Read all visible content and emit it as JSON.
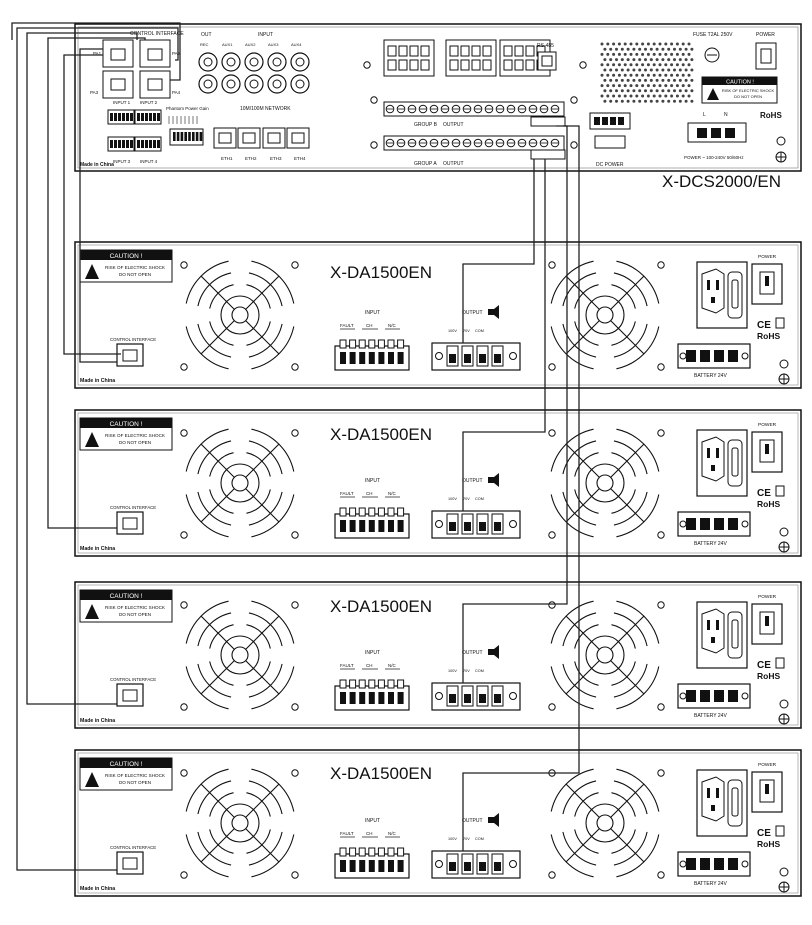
{
  "controller": {
    "model": "X-DCS2000/EN",
    "control_interface_label": "CONTROL INTERFACE",
    "pa_ports": [
      "PA1",
      "PA2",
      "PA3",
      "PA4"
    ],
    "out_label": "OUT",
    "rec_label": "REC",
    "input_label": "INPUT",
    "aux_labels": [
      "AUX1",
      "AUX2",
      "AUX3",
      "AUX4"
    ],
    "input_blocks": [
      "INPUT 1",
      "INPUT 2",
      "INPUT 3",
      "INPUT 4"
    ],
    "phantom_label": "Phantom Power Gain",
    "network_label": "10M/100M NETWORK",
    "eth_ports": [
      "ETH1",
      "ETH2",
      "ETH3",
      "ETH4"
    ],
    "made_in": "Made in China",
    "rs485_label": "RS-485",
    "group_a_label": "GROUP A",
    "group_b_label": "GROUP B",
    "output_label": "OUTPUT",
    "fuse_label": "FUSE T2AL 250V",
    "power_label": "POWER",
    "caution_title": "CAUTION !",
    "caution_line1": "RISK OF ELECTRIC SHOCK",
    "caution_line2": "DO NOT OPEN",
    "rohs": "RoHS",
    "power_rating": "POWER ~ 100-240V 50/60Hz",
    "dc_power_label": "DC POWER",
    "lnn": [
      "L",
      "N"
    ]
  },
  "amplifiers": [
    {
      "model": "X-DA1500EN"
    },
    {
      "model": "X-DA1500EN"
    },
    {
      "model": "X-DA1500EN"
    },
    {
      "model": "X-DA1500EN"
    }
  ],
  "amp_labels": {
    "caution_title": "CAUTION !",
    "caution_line1": "RISK OF ELECTRIC SHOCK",
    "caution_line2": "DO NOT OPEN",
    "control_interface": "CONTROL INTERFACE",
    "made_in": "Made in China",
    "input": "INPUT",
    "fault": "FAULT",
    "ch": "CH",
    "nc": "N/C",
    "output": "OUTPUT",
    "output_terms": [
      "100V",
      "70V",
      "COM"
    ],
    "power": "POWER",
    "battery": "BATTERY 24V",
    "ce": "CE",
    "rohs": "RoHS"
  }
}
